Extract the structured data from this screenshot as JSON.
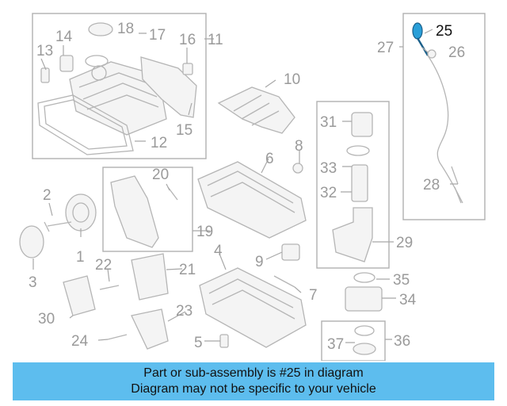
{
  "diagram": {
    "callouts": [
      "1",
      "2",
      "3",
      "4",
      "5",
      "6",
      "7",
      "8",
      "9",
      "10",
      "11",
      "12",
      "13",
      "14",
      "15",
      "16",
      "17",
      "18",
      "19",
      "20",
      "21",
      "22",
      "23",
      "24",
      "25",
      "26",
      "27",
      "28",
      "29",
      "30",
      "31",
      "32",
      "33",
      "34",
      "35",
      "36",
      "37"
    ],
    "highlighted": "25",
    "highlight_color": "#2a9fd8"
  },
  "banner": {
    "line1": "Part or sub-assembly is #25 in diagram",
    "line2": "Diagram may not be specific to your vehicle",
    "background": "#5dbdee"
  }
}
